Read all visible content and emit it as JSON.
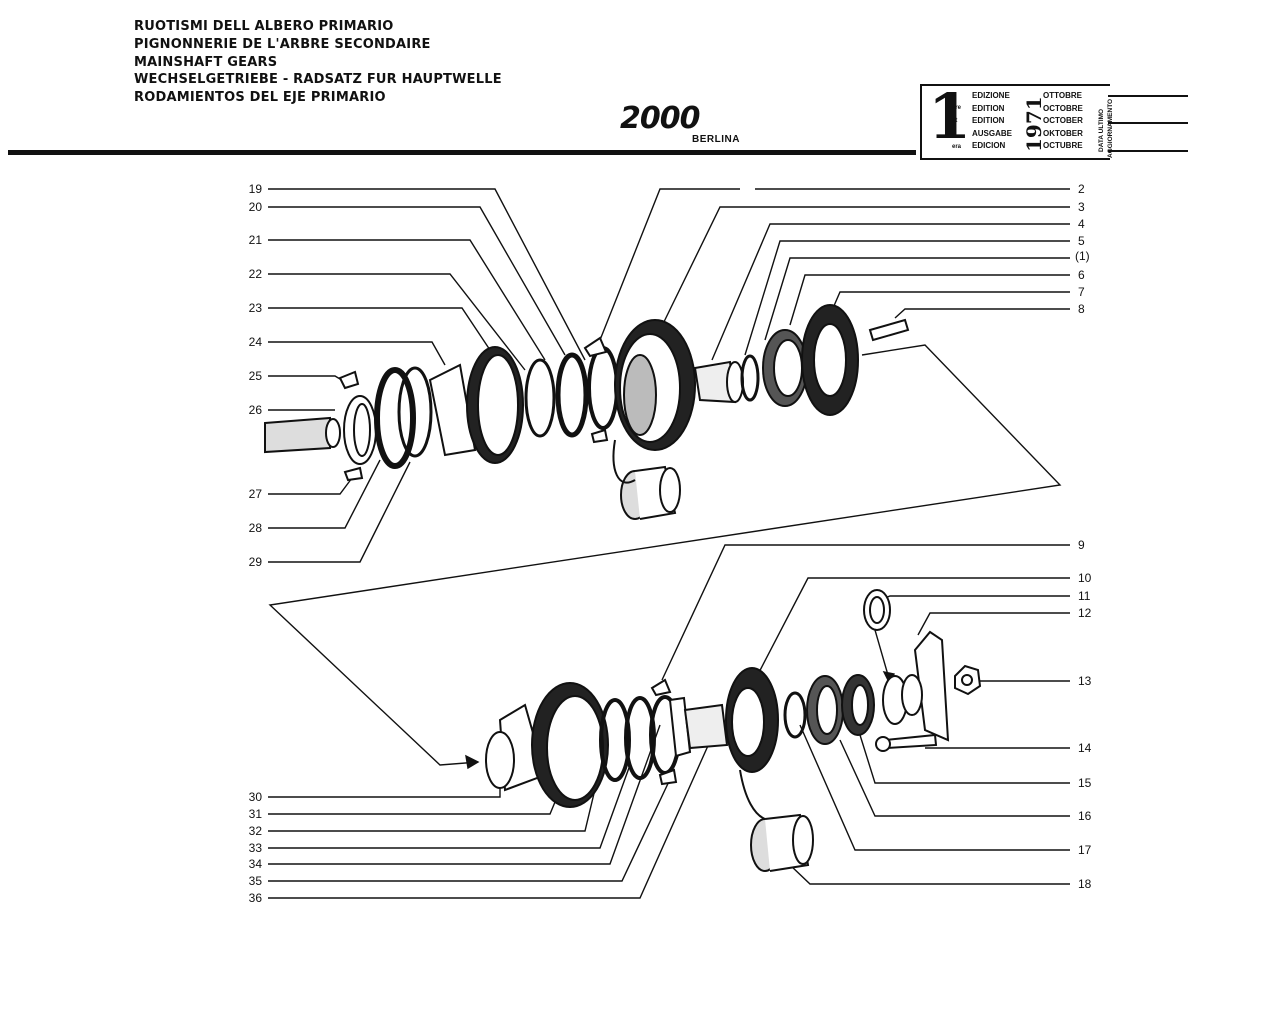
{
  "titles": [
    "RUOTISMI DELL ALBERO PRIMARIO",
    "PIGNONNERIE DE L'ARBRE SECONDAIRE",
    "MAINSHAFT GEARS",
    "WECHSELGETRIEBE - RADSATZ FUR HAUPTWELLE",
    "RODAMIENTOS DEL EJE PRIMARIO"
  ],
  "model": {
    "logo": "2000",
    "variant": "BERLINA"
  },
  "edition": {
    "number": "1",
    "suffixes": [
      "a",
      "ere",
      "st",
      ".",
      "era"
    ],
    "labels": [
      "EDIZIONE",
      "EDITION",
      "EDITION",
      "AUSGABE",
      "EDICION"
    ],
    "year": "1971",
    "months": [
      "OTTOBRE",
      "OCTOBRE",
      "OCTOBER",
      "OKTOBER",
      "OCTUBRE"
    ],
    "update_label_1": "DATA ULTIMO",
    "update_label_2": "AGGIORNAMENTO"
  },
  "callouts": {
    "left": [
      "19",
      "20",
      "21",
      "22",
      "23",
      "24",
      "25",
      "26",
      "27",
      "28",
      "29",
      "30",
      "31",
      "32",
      "33",
      "34",
      "35",
      "36"
    ],
    "right": [
      "2",
      "3",
      "4",
      "5",
      "6",
      "7",
      "8",
      "9",
      "10",
      "11",
      "12",
      "13",
      "14",
      "15",
      "16",
      "17",
      "18"
    ],
    "note": "(1)"
  }
}
